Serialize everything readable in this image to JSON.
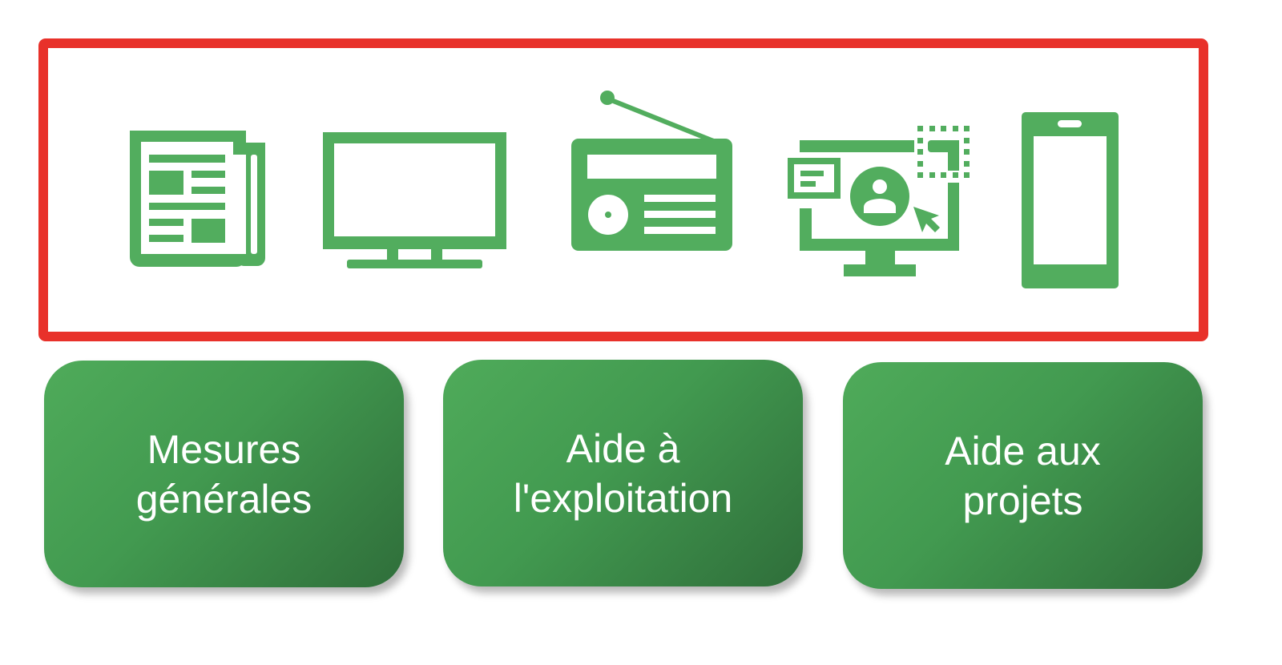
{
  "colors": {
    "frame": "#e8312a",
    "icon": "#52ad5e",
    "card_start": "#4fab5a",
    "card_end": "#2f6e3a"
  },
  "icons": [
    "newspaper-icon",
    "television-icon",
    "radio-icon",
    "web-monitor-icon",
    "smartphone-icon"
  ],
  "cards": [
    {
      "line1": "Mesures",
      "line2": "générales"
    },
    {
      "line1": "Aide à",
      "line2": "l'exploitation"
    },
    {
      "line1": "Aide aux",
      "line2": "projets"
    }
  ]
}
